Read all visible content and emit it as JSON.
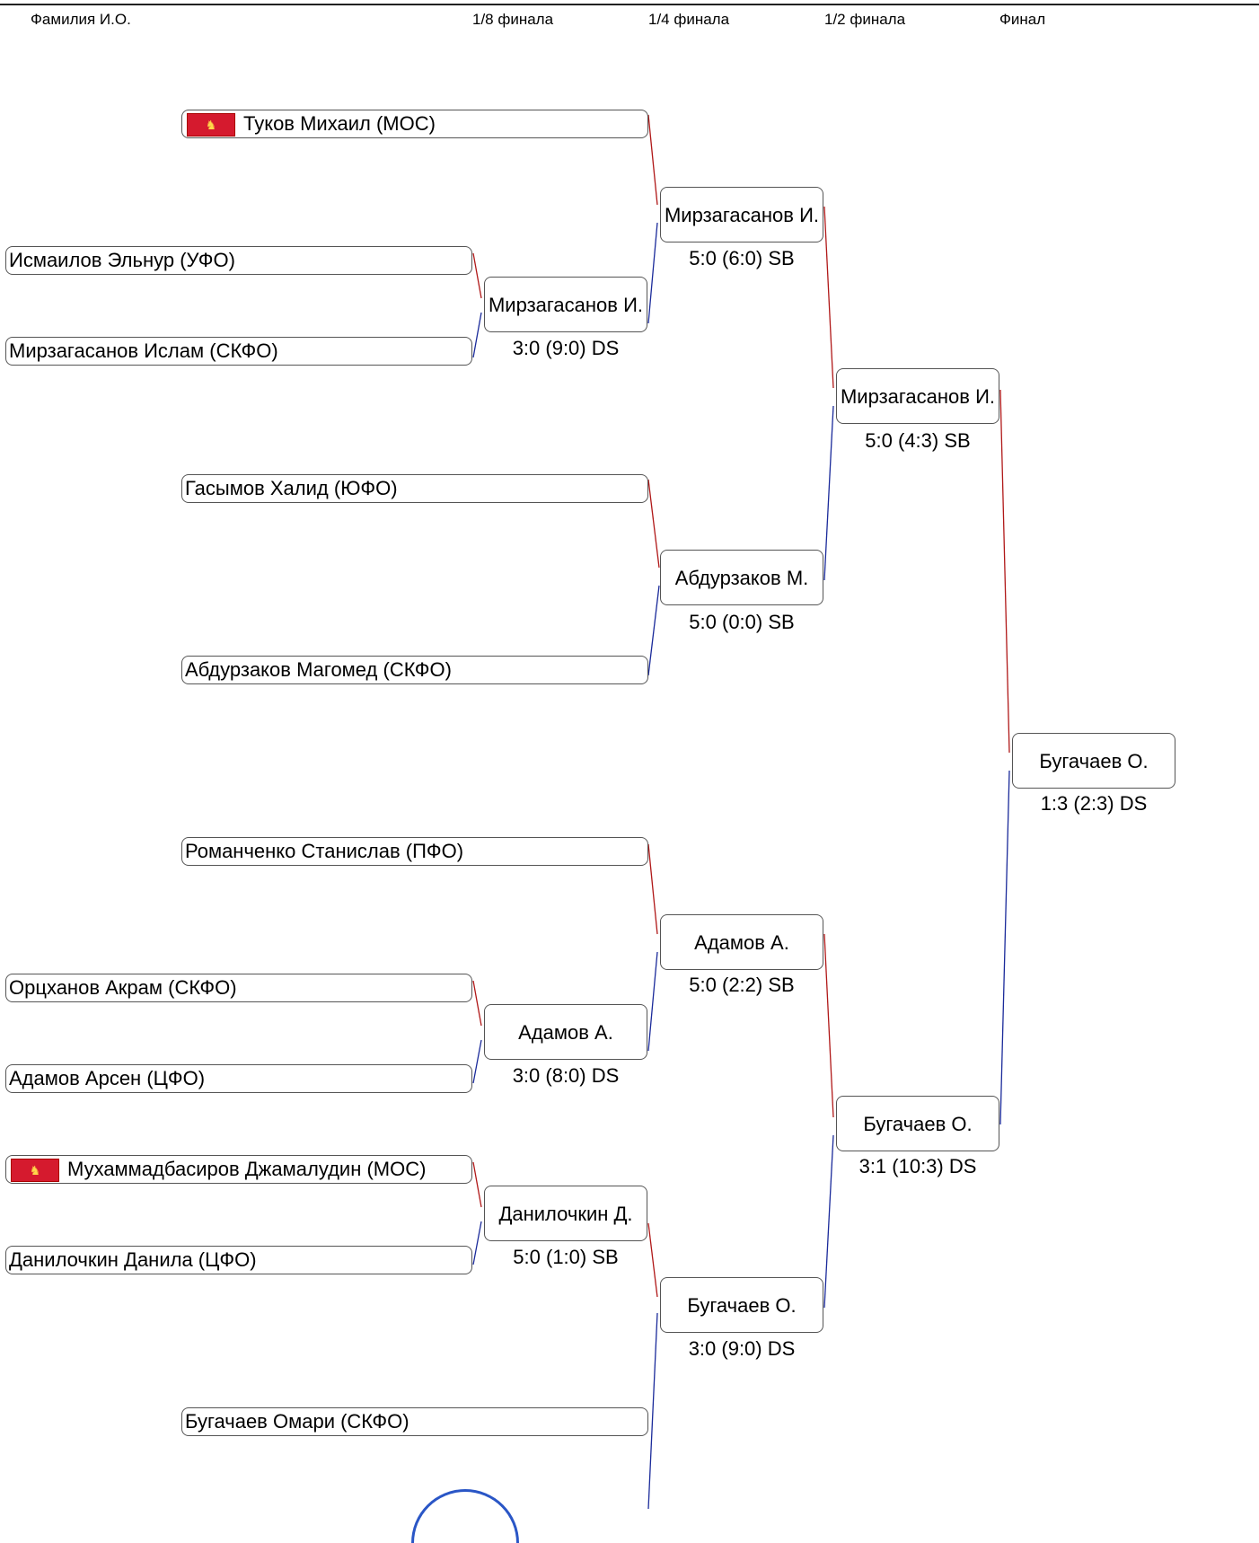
{
  "header": {
    "name_col": "Фамилия И.О.",
    "r16": "1/8 финала",
    "qf": "1/4 финала",
    "sf": "1/2 финала",
    "final": "Финал"
  },
  "entrants": [
    {
      "name": "Туков Михаил (МОС)",
      "flag": true
    },
    {
      "name": "Исмаилов Эльнур (УФО)",
      "flag": false
    },
    {
      "name": "Мирзагасанов Ислам (СКФО)",
      "flag": false
    },
    {
      "name": "Гасымов Халид (ЮФО)",
      "flag": false
    },
    {
      "name": "Абдурзаков Магомед (СКФО)",
      "flag": false
    },
    {
      "name": "Романченко Станислав (ПФО)",
      "flag": false
    },
    {
      "name": "Орцханов Акрам (СКФО)",
      "flag": false
    },
    {
      "name": "Адамов Арсен (ЦФО)",
      "flag": false
    },
    {
      "name": "Мухаммадбасиров Джамалудин (МОС)",
      "flag": true
    },
    {
      "name": "Данилочкин Данила (ЦФО)",
      "flag": false
    },
    {
      "name": "Бугачаев Омари (СКФО)",
      "flag": false
    }
  ],
  "r16_matches": [
    {
      "winner": "Мирзагасанов И.",
      "score": "3:0 (9:0) DS"
    },
    {
      "winner": "Адамов А.",
      "score": "3:0 (8:0) DS"
    },
    {
      "winner": "Данилочкин Д.",
      "score": "5:0 (1:0) SB"
    }
  ],
  "qf_matches": [
    {
      "winner": "Мирзагасанов И.",
      "score": "5:0 (6:0) SB"
    },
    {
      "winner": "Абдурзаков М.",
      "score": "5:0 (0:0) SB"
    },
    {
      "winner": "Адамов А.",
      "score": "5:0 (2:2) SB"
    },
    {
      "winner": "Бугачаев О.",
      "score": "3:0 (9:0) DS"
    }
  ],
  "sf_matches": [
    {
      "winner": "Мирзагасанов И.",
      "score": "5:0 (4:3) SB"
    },
    {
      "winner": "Бугачаев О.",
      "score": "3:1 (10:3) DS"
    }
  ],
  "final_match": {
    "winner": "Бугачаев О.",
    "score": "1:3 (2:3) DS"
  },
  "colors": {
    "red_line": "#b01818",
    "blue_line": "#1a2a9a",
    "flag_red": "#d51a2e"
  }
}
